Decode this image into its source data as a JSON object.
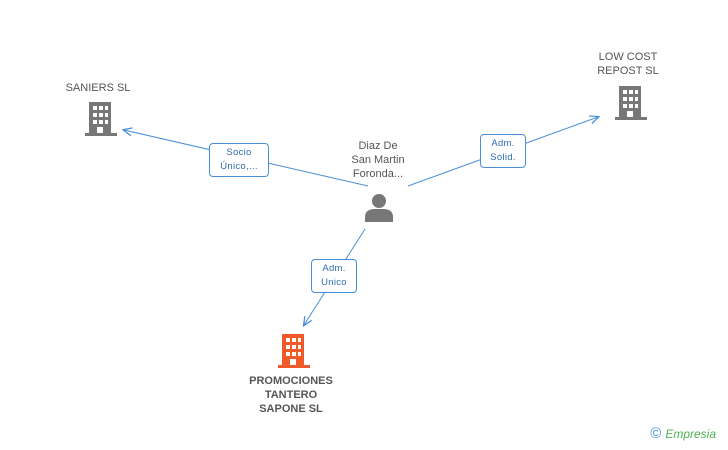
{
  "nodes": {
    "saniers": {
      "lines": [
        "SANIERS SL"
      ]
    },
    "lowcost": {
      "lines": [
        "LOW COST",
        "REPOST  SL"
      ]
    },
    "person": {
      "lines": [
        "Diaz De",
        "San Martin",
        "Foronda..."
      ]
    },
    "promociones": {
      "lines": [
        "PROMOCIONES",
        "TANTERO",
        "SAPONE SL"
      ]
    }
  },
  "edges": {
    "socio": {
      "lines": [
        "Socio",
        "Único,..."
      ]
    },
    "adm_solid": {
      "lines": [
        "Adm.",
        "Solid."
      ]
    },
    "adm_unico": {
      "lines": [
        "Adm.",
        "Unico"
      ]
    }
  },
  "footer": {
    "copyright_symbol": "©",
    "brand_name": "Empresia"
  },
  "colors": {
    "edge": "#4a90d9",
    "company_icon": "#777777",
    "focus_icon": "#f05a28",
    "person_icon": "#777777"
  },
  "icons": {
    "company": "building-icon",
    "person": "person-icon"
  }
}
